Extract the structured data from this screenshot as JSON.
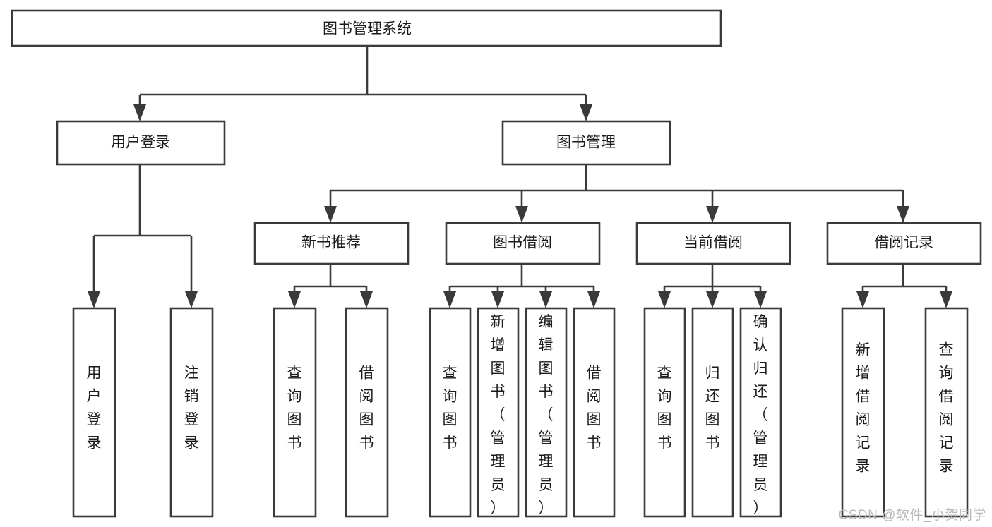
{
  "diagram": {
    "title": "图书管理系统",
    "type": "tree-hierarchy",
    "watermark": "CSDN @软件_小贺同学",
    "colors": {
      "stroke": "#3a3a3a",
      "fill": "#ffffff",
      "text": "#1b1b1b",
      "watermark": "#b9b9b9"
    },
    "root": {
      "label": "图书管理系统"
    },
    "level2": [
      {
        "label": "用户登录"
      },
      {
        "label": "图书管理"
      }
    ],
    "level3": [
      {
        "label": "新书推荐"
      },
      {
        "label": "图书借阅"
      },
      {
        "label": "当前借阅"
      },
      {
        "label": "借阅记录"
      }
    ],
    "leaves": {
      "user_login": [
        {
          "label": "用户登录"
        },
        {
          "label": "注销登录"
        }
      ],
      "new_book": [
        {
          "label": "查询图书"
        },
        {
          "label": "借阅图书"
        }
      ],
      "book_borrow": [
        {
          "label": "查询图书"
        },
        {
          "label": "新增图书（管理员）"
        },
        {
          "label": "编辑图书（管理员）"
        },
        {
          "label": "借阅图书"
        }
      ],
      "current_borrow": [
        {
          "label": "查询图书"
        },
        {
          "label": "归还图书"
        },
        {
          "label": "确认归还（管理员）"
        }
      ],
      "borrow_record": [
        {
          "label": "新增借阅记录"
        },
        {
          "label": "查询借阅记录"
        }
      ]
    }
  }
}
